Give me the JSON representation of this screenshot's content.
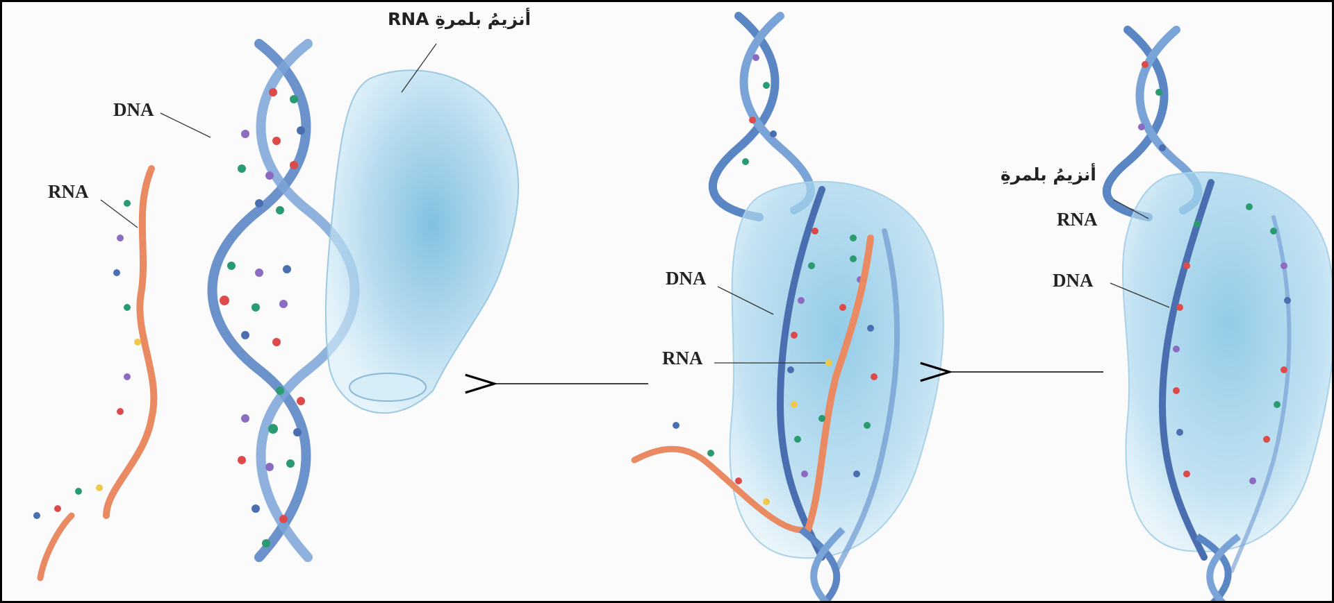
{
  "labels": {
    "p1_enzyme": "أنزيمُ بلمرةِ RNA",
    "p1_dna": "DNA",
    "p1_rna": "RNA",
    "p2_dna": "DNA",
    "p2_rna": "RNA",
    "p3_enzyme": "أنزيمُ بلمرةِ",
    "p3_rna": "RNA",
    "p3_dna": "DNA"
  },
  "colors": {
    "dna_backbone": "#5b86c4",
    "enzyme": "#a9d6ec",
    "rna_strand": "#e98a62",
    "base_red": "#dc4a4a",
    "base_green": "#2a9a70",
    "base_purple": "#8c6cc0",
    "base_blue": "#4a6fb0",
    "base_yellow": "#f0c84a"
  }
}
